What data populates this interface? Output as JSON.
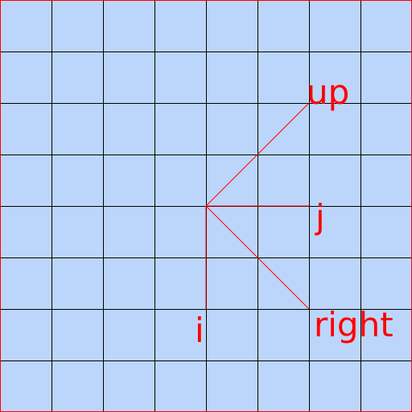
{
  "colors": {
    "background": "#bcd6fb",
    "grid_line": "#000000",
    "border": "#ff0000",
    "vector": "#ff0000",
    "label": "#ff0000"
  },
  "grid": {
    "columns": 8,
    "rows": 8
  },
  "vectors": [
    {
      "name": "up",
      "label": "up",
      "di": -2,
      "dj": 2
    },
    {
      "name": "j",
      "label": "j",
      "di": 0,
      "dj": 2
    },
    {
      "name": "right",
      "label": "right",
      "di": 2,
      "dj": 2
    },
    {
      "name": "i",
      "label": "i",
      "di": 2,
      "dj": 0
    }
  ]
}
